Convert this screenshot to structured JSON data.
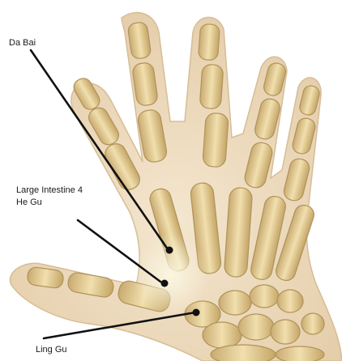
{
  "labels": {
    "da_bai": "Da Bai",
    "large_intestine": "Large Intestine 4",
    "he_gu": "He Gu",
    "ling_gu": "Ling Gu"
  },
  "colors": {
    "skin": "#efdcc0",
    "skin_shade": "#d9bf98",
    "bone": "#e6d09c",
    "bone_shade": "#b89a5e",
    "leader_line": "#111111",
    "point": "#111111"
  }
}
